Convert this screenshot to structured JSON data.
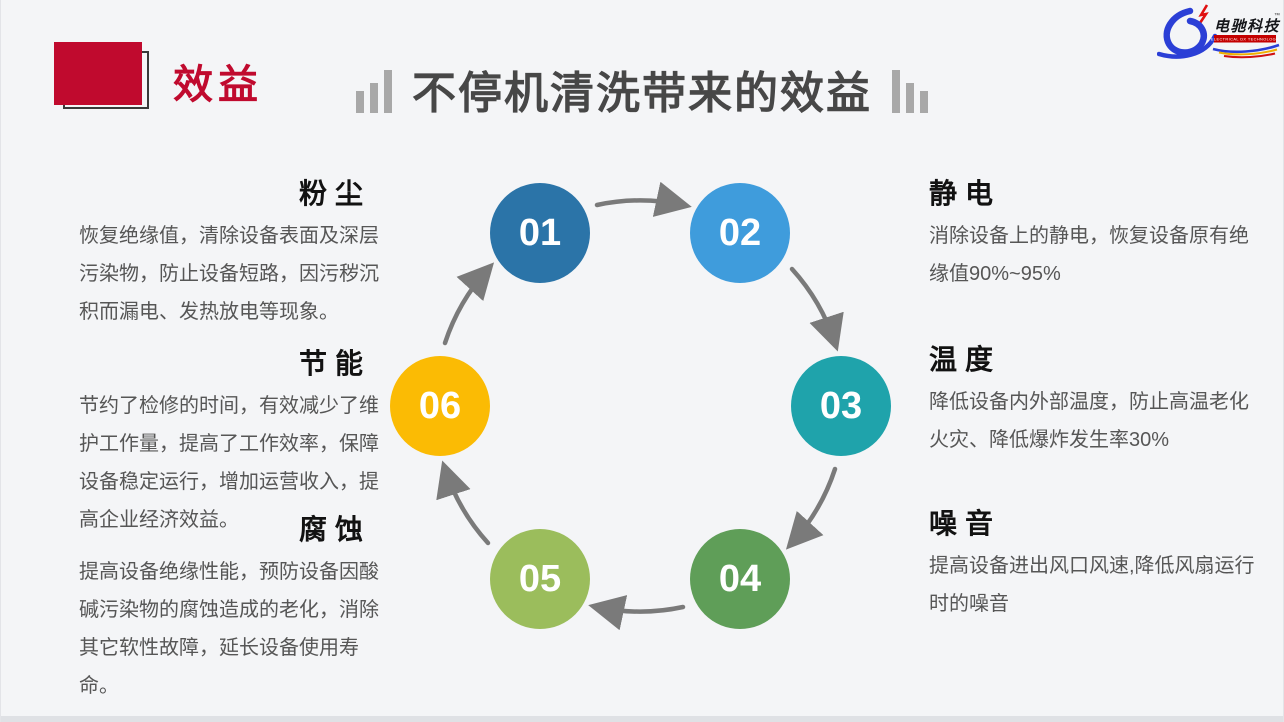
{
  "header": {
    "section_label": "效益",
    "title": "不停机清洗带来的效益"
  },
  "logo": {
    "brand": "电驰科技",
    "tagline": "ELECTRICAL DX TECHNOLOGY",
    "tm": "™"
  },
  "colors": {
    "accent_red": "#c00a2e",
    "title_gray": "#474747",
    "body_gray": "#565656",
    "arrow_gray": "#7a7a7a",
    "bar_gray": "#a8a8a8",
    "background": "#f4f5f7"
  },
  "diagram": {
    "arrow_color": "#7a7a7a",
    "nodes": [
      {
        "num": "01",
        "color": "#2b74a8"
      },
      {
        "num": "02",
        "color": "#3f9cdc"
      },
      {
        "num": "03",
        "color": "#1fa3ab"
      },
      {
        "num": "04",
        "color": "#5f9e58"
      },
      {
        "num": "05",
        "color": "#9bbd5c"
      },
      {
        "num": "06",
        "color": "#fbbb04"
      }
    ]
  },
  "benefits": {
    "left": [
      {
        "title": "粉尘",
        "body": "恢复绝缘值，清除设备表面及深层污染物，防止设备短路，因污秽沉积而漏电、发热放电等现象。"
      },
      {
        "title": "节能",
        "body": "节约了检修的时间，有效减少了维护工作量，提高了工作效率，保障设备稳定运行，增加运营收入，提高企业经济效益。"
      },
      {
        "title": "腐蚀",
        "body": "提高设备绝缘性能，预防设备因酸碱污染物的腐蚀造成的老化，消除其它软性故障，延长设备使用寿命。"
      }
    ],
    "right": [
      {
        "title": "静电",
        "body": "消除设备上的静电，恢复设备原有绝缘值90%~95%"
      },
      {
        "title": "温度",
        "body": "降低设备内外部温度，防止高温老化火灾、降低爆炸发生率30%"
      },
      {
        "title": "噪音",
        "body": "提高设备进出风口风速,降低风扇运行时的噪音"
      }
    ]
  }
}
